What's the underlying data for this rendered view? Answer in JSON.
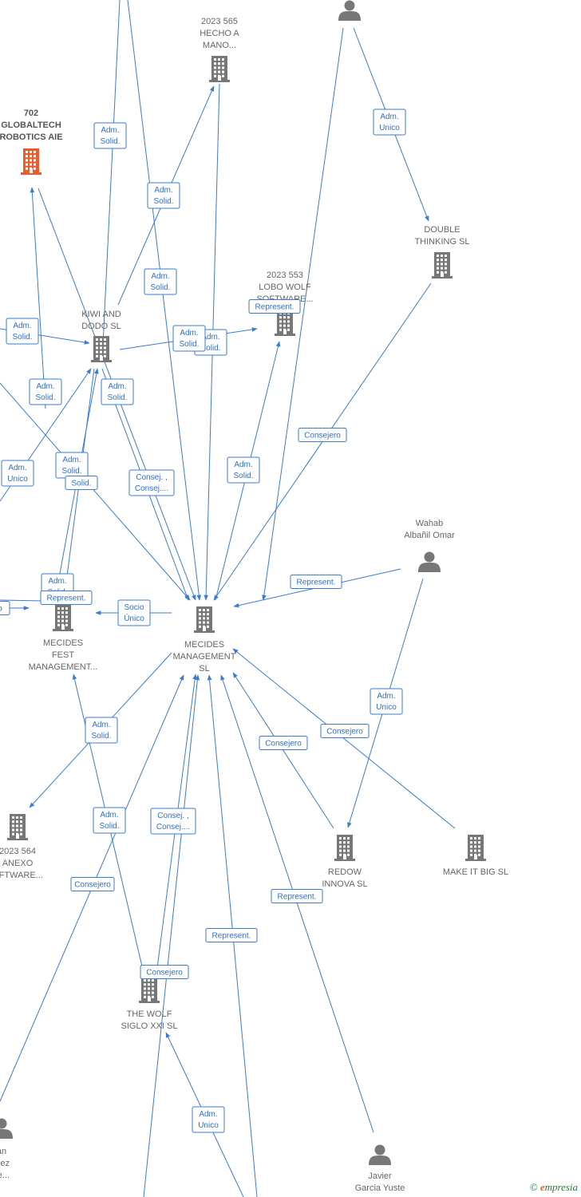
{
  "colors": {
    "edge": "#3a7bd5",
    "company": "#777777",
    "company_highlight": "#f05a28",
    "person": "#777777"
  },
  "nodes": [
    {
      "id": "p-top",
      "type": "person",
      "icon": "person-icon",
      "label": []
    },
    {
      "id": "c-hecho",
      "type": "company",
      "icon": "building-icon",
      "label": [
        "2023 565",
        "HECHO A",
        "MANO..."
      ]
    },
    {
      "id": "c-globaltech",
      "type": "company",
      "icon": "building-icon",
      "highlight": true,
      "label": [
        "702",
        "GLOBALTECH",
        "ROBOTICS AIE"
      ]
    },
    {
      "id": "c-double",
      "type": "company",
      "icon": "building-icon",
      "label": [
        "DOUBLE",
        "THINKING SL"
      ]
    },
    {
      "id": "c-lobo",
      "type": "company",
      "icon": "building-icon",
      "label": [
        "2023 553",
        "LOBO WOLF",
        "SOFTWARE..."
      ]
    },
    {
      "id": "c-kiwi",
      "type": "company",
      "icon": "building-icon",
      "label": [
        "KIWI AND",
        "DODO  SL"
      ]
    },
    {
      "id": "p-wahab",
      "type": "person",
      "icon": "person-icon",
      "label": [
        "Wahab",
        "Albañil Omar"
      ]
    },
    {
      "id": "c-mecides-fest",
      "type": "company",
      "icon": "building-icon",
      "label": [
        "MECIDES",
        "FEST",
        "MANAGEMENT..."
      ]
    },
    {
      "id": "c-mecides",
      "type": "company",
      "icon": "building-icon",
      "label": [
        "MECIDES",
        "MANAGEMENT",
        "SL"
      ]
    },
    {
      "id": "c-anexo",
      "type": "company",
      "icon": "building-icon",
      "label": [
        "2023 564",
        "ANEXO",
        "OFTWARE..."
      ]
    },
    {
      "id": "c-redow",
      "type": "company",
      "icon": "building-icon",
      "label": [
        "REDOW",
        "INNOVA  SL"
      ]
    },
    {
      "id": "c-makeit",
      "type": "company",
      "icon": "building-icon",
      "label": [
        "MAKE IT BIG  SL"
      ]
    },
    {
      "id": "c-thewolf",
      "type": "company",
      "icon": "building-icon",
      "label": [
        "THE WOLF",
        "SIGLO XXI  SL"
      ]
    },
    {
      "id": "p-gonzalez",
      "type": "person",
      "icon": "person-icon",
      "label": [
        "an",
        "alez",
        "lle..."
      ]
    },
    {
      "id": "p-javier",
      "type": "person",
      "icon": "person-icon",
      "label": [
        "Javier",
        "Garcia Yuste"
      ]
    }
  ],
  "edges": [
    {
      "label": [
        "Adm.",
        "Solid."
      ]
    },
    {
      "label": [
        "Adm.",
        "Solid."
      ]
    },
    {
      "label": [
        "Adm.",
        "Solid."
      ]
    },
    {
      "label": [
        "Adm.",
        "Unico"
      ]
    },
    {
      "label": [
        "Represent."
      ]
    },
    {
      "label": [
        "Adm.",
        "Solid."
      ]
    },
    {
      "label": [
        "Adm.",
        "Solid."
      ]
    },
    {
      "label": [
        "Adm.",
        "Solid."
      ]
    },
    {
      "label": [
        "Adm.",
        "Solid."
      ]
    },
    {
      "label": [
        "Adm.",
        "Solid."
      ]
    },
    {
      "label": [
        "Adm.",
        "Unico"
      ]
    },
    {
      "label": [
        "Adm.",
        "Solid."
      ]
    },
    {
      "label": [
        "Solid."
      ]
    },
    {
      "label": [
        "Consej. ,",
        "Consej...."
      ]
    },
    {
      "label": [
        "Adm.",
        "Solid."
      ]
    },
    {
      "label": [
        "Consejero"
      ]
    },
    {
      "label": [
        "Represent."
      ]
    },
    {
      "label": [
        "Adm.",
        "Solid."
      ]
    },
    {
      "label": [
        "Represent."
      ]
    },
    {
      "label": [
        "Socio",
        "Único"
      ]
    },
    {
      "label": [
        "o"
      ]
    },
    {
      "label": [
        "Adm.",
        "Unico"
      ]
    },
    {
      "label": [
        "Adm.",
        "Solid."
      ]
    },
    {
      "label": [
        "Consejero"
      ]
    },
    {
      "label": [
        "Consejero"
      ]
    },
    {
      "label": [
        "Adm.",
        "Solid."
      ]
    },
    {
      "label": [
        "Consej. ,",
        "Consej...."
      ]
    },
    {
      "label": [
        "Consejero"
      ]
    },
    {
      "label": [
        "Represent."
      ]
    },
    {
      "label": [
        "Represent."
      ]
    },
    {
      "label": [
        "Consejero"
      ]
    },
    {
      "label": [
        "Adm.",
        "Unico"
      ]
    }
  ],
  "brand": {
    "symbol": "©",
    "initial": "e",
    "rest": "mpresia"
  }
}
